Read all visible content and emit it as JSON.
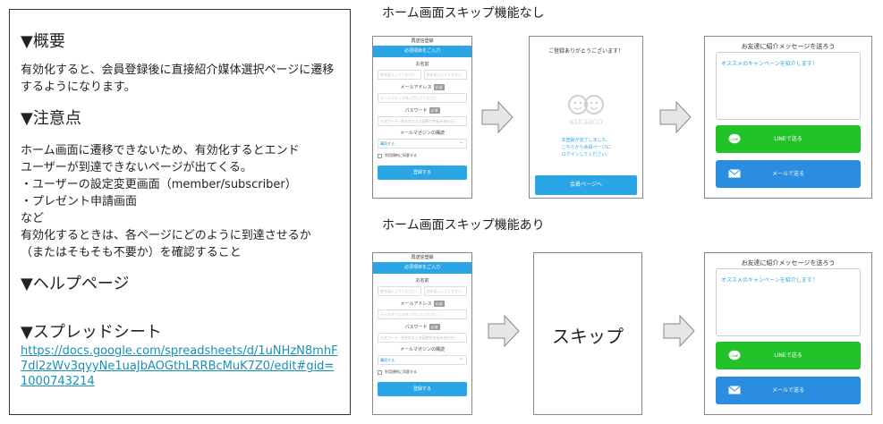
{
  "note": {
    "overview_heading": "▼概要",
    "overview_text": "有効化すると、会員登録後に直接紹介媒体選択ページに遷移するようになります。",
    "caution_heading": "▼注意点",
    "caution_lines": [
      "ホーム画面に遷移できないため、有効化するとエンド",
      "ユーザーが到達できないページが出てくる。",
      "・ユーザーの設定変更画面（member/subscriber）",
      "・プレゼント申請画面",
      "など",
      "有効化するときは、各ページにどのように到達させるか",
      "（またはそもそも不要か）を確認すること"
    ],
    "help_heading": "▼ヘルプページ",
    "spreadsheet_heading": "▼スプレッドシート",
    "spreadsheet_url": "https://docs.google.com/spreadsheets/d/1uNHzN8mhF7dl2zWv3qyyNe1uaJbAOGthLRRBcMuK7Z0/edit#gid=1000743214"
  },
  "flows": {
    "without_skip": "ホーム画面スキップ機能なし",
    "with_skip": "ホーム画面スキップ機能あり",
    "skip_label": "スキップ"
  },
  "register": {
    "header": "再送信登録",
    "band": "必須項目をご入力",
    "name_label": "お名前",
    "name_placeholder_1": "姓を記入してください",
    "name_placeholder_2": "名を記入してください",
    "email_label": "メールアドレス",
    "required_badge": "必須",
    "email_placeholder": "メールアドレスを入力してください",
    "password_label": "パスワード",
    "password_placeholder": "パスワード（8文字以上の英数字を組み合わせ）",
    "newsletter_label": "メールマガジンの購読",
    "newsletter_value": "購読する",
    "agree_label": "利用規約に同意する",
    "submit": "登録する"
  },
  "thanks": {
    "title": "ご登録ありがとうございます！",
    "logo_text": "KUCHICO",
    "message_lines": [
      "本登録が完了しました。",
      "こちらから会員ページに",
      "ログインしてください。"
    ],
    "button": "会員ページへ"
  },
  "invite": {
    "title": "お友達に紹介メッセージを送ろう",
    "message": "オススメのキャンペーンを紹介します！",
    "line_button": "LINEで送る",
    "mail_button": "メールで送る",
    "line_icon": "line-icon",
    "mail_icon": "envelope-icon"
  }
}
